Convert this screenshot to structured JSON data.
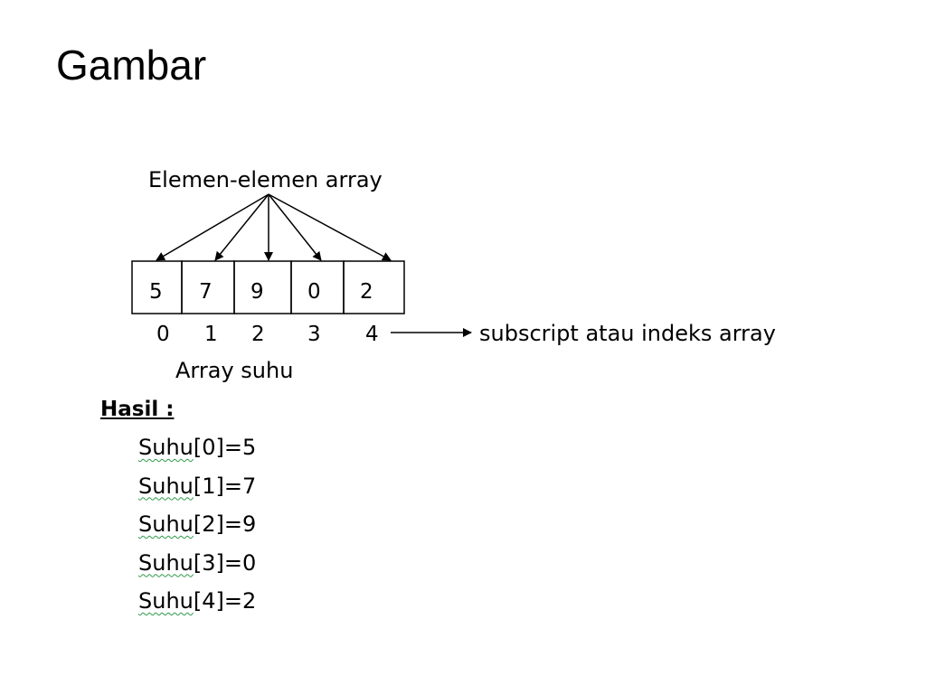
{
  "slide": {
    "title": "Gambar"
  },
  "diagram": {
    "elements_label": "Elemen-elemen array",
    "cells": [
      "5",
      "7",
      "9",
      "0",
      "2"
    ],
    "indices": [
      "0",
      "1",
      "2",
      "3",
      "4"
    ],
    "index_label": "subscript atau indeks array",
    "array_caption": "Array suhu"
  },
  "result": {
    "heading": "Hasil :",
    "lines": [
      {
        "name": "Suhu",
        "rest": "[0]=5"
      },
      {
        "name": "Suhu",
        "rest": "[1]=7"
      },
      {
        "name": "Suhu",
        "rest": "[2]=9"
      },
      {
        "name": "Suhu",
        "rest": "[3]=0"
      },
      {
        "name": "Suhu",
        "rest": "[4]=2"
      }
    ]
  },
  "colors": {
    "text": "#000000",
    "background": "#ffffff",
    "spellcheck_underline": "#2e9a4a"
  }
}
